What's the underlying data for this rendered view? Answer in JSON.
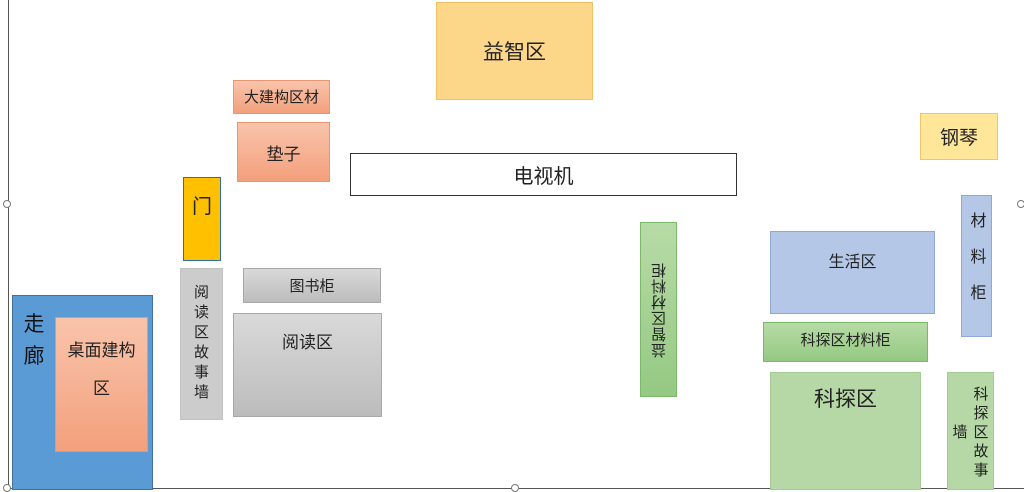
{
  "zones": {
    "puzzle": "益智区",
    "large_build": "大建构区材",
    "mat": "垫子",
    "tv": "电视机",
    "piano": "钢琴",
    "door": "门",
    "material_cabinet": "材料柜",
    "life": "生活区",
    "reading_story_wall": "阅读区故事墙",
    "bookshelf": "图书柜",
    "reading": "阅读区",
    "puzzle_cabinet": "益智区材料柜",
    "science_cabinet": "科探区材料柜",
    "corridor": "走廊",
    "tabletop_build_line1": "桌面建构",
    "tabletop_build_line2": "区",
    "science": "科探区",
    "science_story_wall": "科探区故事墙"
  },
  "colors": {
    "puzzle": "#fcd78a",
    "large_build": "#f8b595",
    "door": "#ffc000",
    "grey": "#c8c8c8",
    "green": "#a9d18e",
    "blue_light": "#b4c7e7",
    "corridor": "#5b9bd5",
    "piano": "#ffe699"
  }
}
